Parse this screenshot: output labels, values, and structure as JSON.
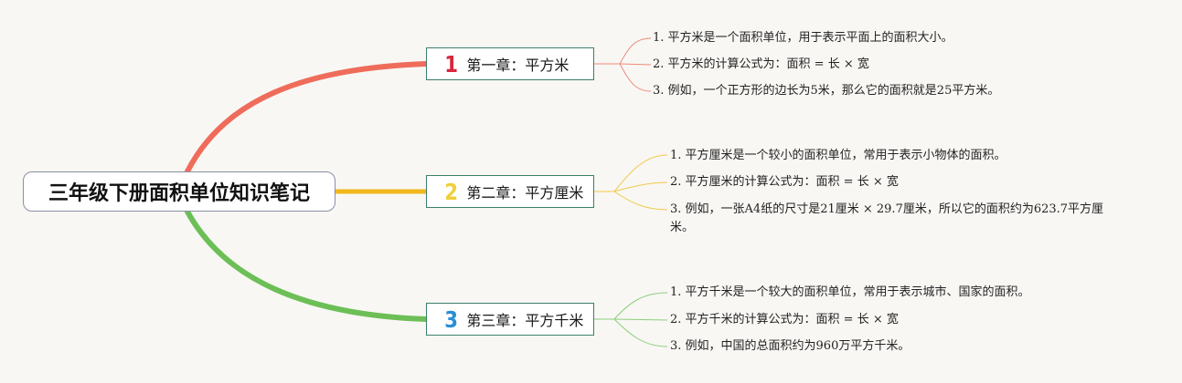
{
  "root": {
    "title": "三年级下册面积单位知识笔记"
  },
  "colors": {
    "branch1": "#ef6c5b",
    "branch2": "#f2b71f",
    "branch3": "#6cbf56",
    "node_border": "#3b7f6c"
  },
  "chapters": [
    {
      "number": "1",
      "title": "第一章：平方米",
      "number_color": "#d8263a",
      "points": [
        "1. 平方米是一个面积单位，用于表示平面上的面积大小。",
        "2. 平方米的计算公式为：面积 = 长 × 宽",
        "3. 例如，一个正方形的边长为5米，那么它的面积就是25平方米。"
      ]
    },
    {
      "number": "2",
      "title": "第二章：平方厘米",
      "number_color": "#f0cf3a",
      "points": [
        "1. 平方厘米是一个较小的面积单位，常用于表示小物体的面积。",
        "2. 平方厘米的计算公式为：面积 = 长 × 宽",
        "3. 例如，一张A4纸的尺寸是21厘米 × 29.7厘米，所以它的面积约为623.7平方厘米。"
      ]
    },
    {
      "number": "3",
      "title": "第三章：平方千米",
      "number_color": "#2a8fd6",
      "points": [
        "1. 平方千米是一个较大的面积单位，常用于表示城市、国家的面积。",
        "2. 平方千米的计算公式为：面积 = 长 × 宽",
        "3. 例如，中国的总面积约为960万平方千米。"
      ]
    }
  ]
}
